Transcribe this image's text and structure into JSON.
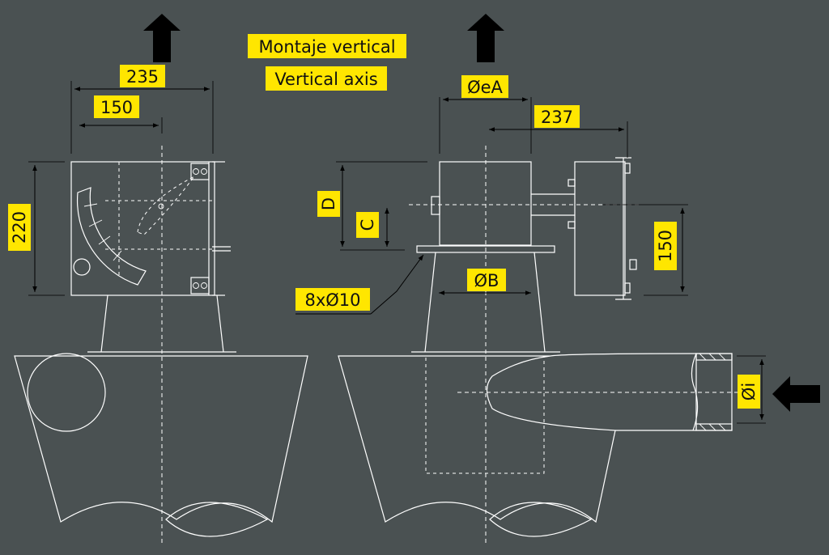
{
  "title": {
    "line1": "Montaje vertical",
    "line2": "Vertical axis"
  },
  "dimensions": {
    "width_235": "235",
    "width_150": "150",
    "height_220": "220",
    "dia_eA": "ØeA",
    "width_237": "237",
    "D": "D",
    "C": "C",
    "dia_B": "ØB",
    "holes": "8xØ10",
    "height_150": "150",
    "dia_i": "Øi"
  },
  "colors": {
    "background": "#4a5152",
    "label": "#ffe600",
    "line": "#ffffff",
    "dimension": "#000000"
  }
}
